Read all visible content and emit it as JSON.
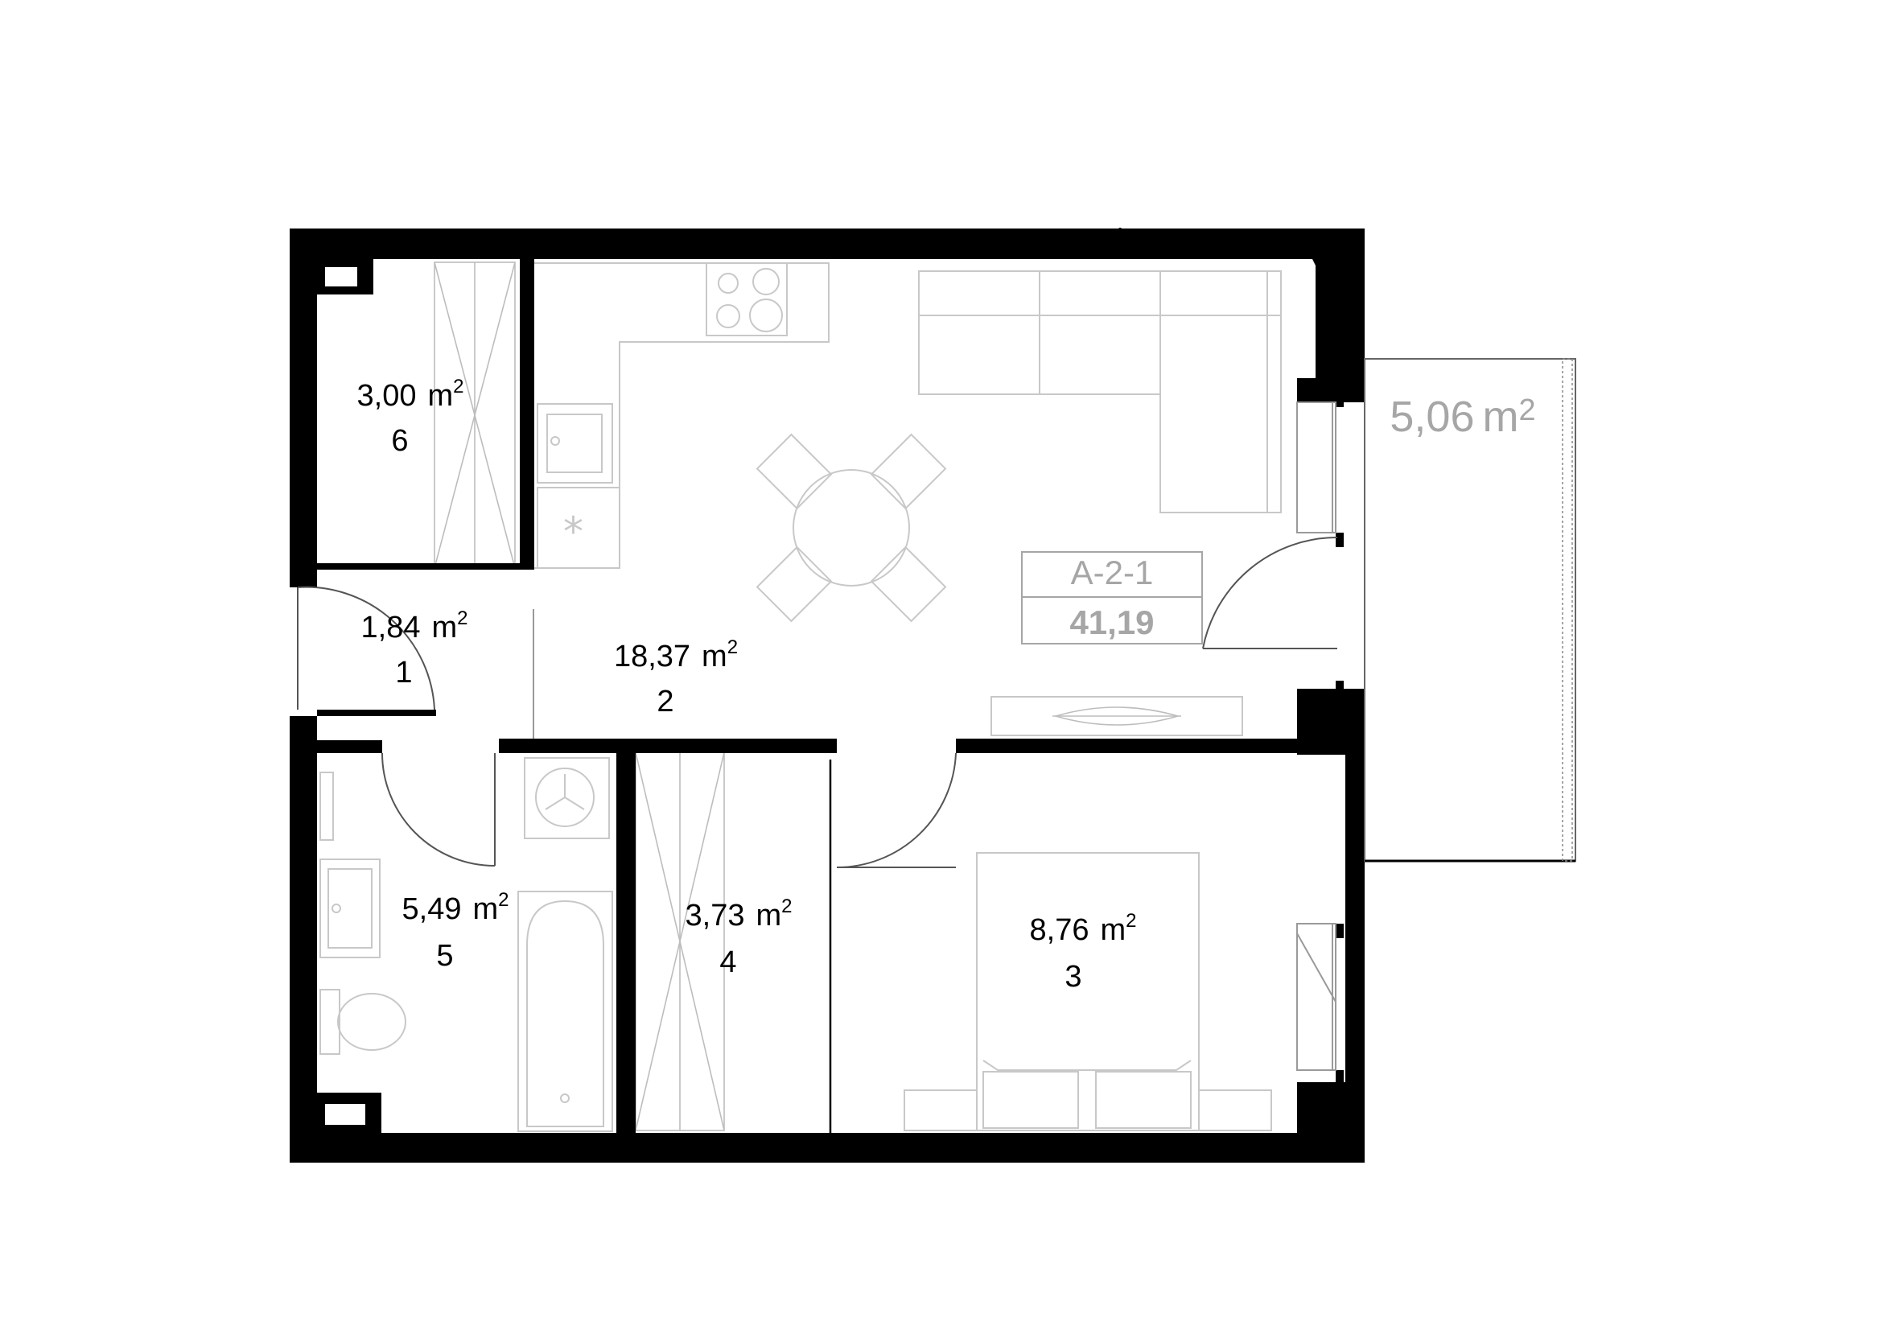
{
  "unit": {
    "code": "A-2-1",
    "total_area": "41,19"
  },
  "rooms": [
    {
      "id": "1",
      "area": "1,84",
      "unit": "m",
      "exp": "2"
    },
    {
      "id": "2",
      "area": "18,37",
      "unit": "m",
      "exp": "2"
    },
    {
      "id": "3",
      "area": "8,76",
      "unit": "m",
      "exp": "2"
    },
    {
      "id": "4",
      "area": "3,73",
      "unit": "m",
      "exp": "2"
    },
    {
      "id": "5",
      "area": "5,49",
      "unit": "m",
      "exp": "2"
    },
    {
      "id": "6",
      "area": "3,00",
      "unit": "m",
      "exp": "2"
    }
  ],
  "balcony": {
    "area": "5,06",
    "unit": "m",
    "exp": "2"
  },
  "colors": {
    "wall": "#000000",
    "furniture": "#c8c8c8",
    "label_gray": "#a6a6a6"
  },
  "icons": {
    "fridge_symbol": "asterisk-icon",
    "washer_symbol": "washing-machine-icon"
  }
}
